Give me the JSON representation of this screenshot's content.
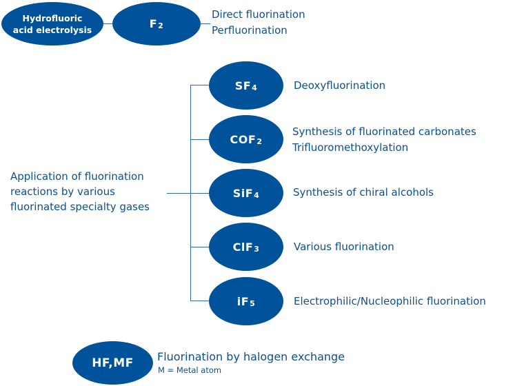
{
  "colors": {
    "node_fill": "#00529b",
    "node_text": "#ffffff",
    "label_text": "#0d4f8f",
    "connector": "#2f6aa8"
  },
  "top_row": {
    "source_node": {
      "lines": [
        "Hydrofluoric",
        "acid electrolysis"
      ]
    },
    "product_node": {
      "base": "F",
      "subscript": "2"
    },
    "applications": [
      "Direct fluorination",
      "Perfluorination"
    ]
  },
  "hub": {
    "lines": [
      "Application of fluorination",
      "reactions by various",
      "fluorinated specialty gases"
    ]
  },
  "gases": [
    {
      "base": "SF",
      "subscript": "4",
      "applications": [
        "Deoxyfluorination"
      ]
    },
    {
      "base": "COF",
      "subscript": "2",
      "applications": [
        "Synthesis of fluorinated carbonates",
        "Trifluoromethoxylation"
      ]
    },
    {
      "base": "SiF",
      "subscript": "4",
      "applications": [
        "Synthesis of chiral alcohols"
      ]
    },
    {
      "base": "ClF",
      "subscript": "3",
      "applications": [
        "Various fluorination"
      ]
    },
    {
      "base": "iF",
      "subscript": "5",
      "applications": [
        "Electrophilic/Nucleophilic fluorination"
      ]
    }
  ],
  "bottom_row": {
    "node": {
      "label": "HF,MF"
    },
    "application": "Fluorination by halogen exchange",
    "note": "M = Metal atom"
  }
}
